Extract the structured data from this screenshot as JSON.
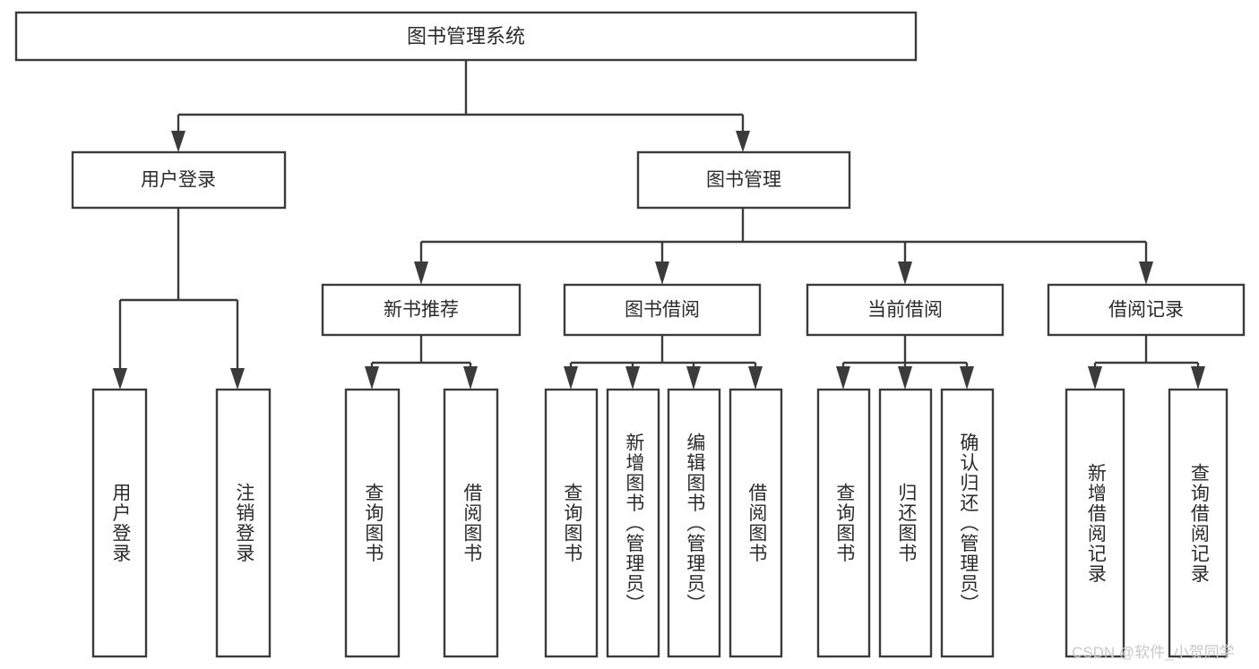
{
  "diagram": {
    "type": "tree-hierarchy",
    "title": "图书管理系统",
    "watermark": "CSDN @软件_小贺同学",
    "colors": {
      "stroke": "#3b3b3b",
      "box_fill": "#ffffff",
      "text": "#2b2b2b",
      "background": "#ffffff",
      "watermark": "#c9c9c9"
    },
    "root": {
      "label": "图书管理系统",
      "level": 0
    },
    "level1": [
      {
        "label": "用户登录"
      },
      {
        "label": "图书管理"
      }
    ],
    "level2": [
      {
        "label": "新书推荐",
        "parent": "图书管理"
      },
      {
        "label": "图书借阅",
        "parent": "图书管理"
      },
      {
        "label": "当前借阅",
        "parent": "图书管理"
      },
      {
        "label": "借阅记录",
        "parent": "图书管理"
      }
    ],
    "leaves": {
      "用户登录": [
        {
          "label": "用户登录"
        },
        {
          "label": "注销登录"
        }
      ],
      "新书推荐": [
        {
          "label": "查询图书"
        },
        {
          "label": "借阅图书"
        }
      ],
      "图书借阅": [
        {
          "label": "查询图书"
        },
        {
          "label": "新增图书（管理员）"
        },
        {
          "label": "编辑图书（管理员）"
        },
        {
          "label": "借阅图书"
        }
      ],
      "当前借阅": [
        {
          "label": "查询图书"
        },
        {
          "label": "归还图书"
        },
        {
          "label": "确认归还（管理员）"
        }
      ],
      "借阅记录": [
        {
          "label": "新增借阅记录"
        },
        {
          "label": "查询借阅记录"
        }
      ]
    }
  }
}
